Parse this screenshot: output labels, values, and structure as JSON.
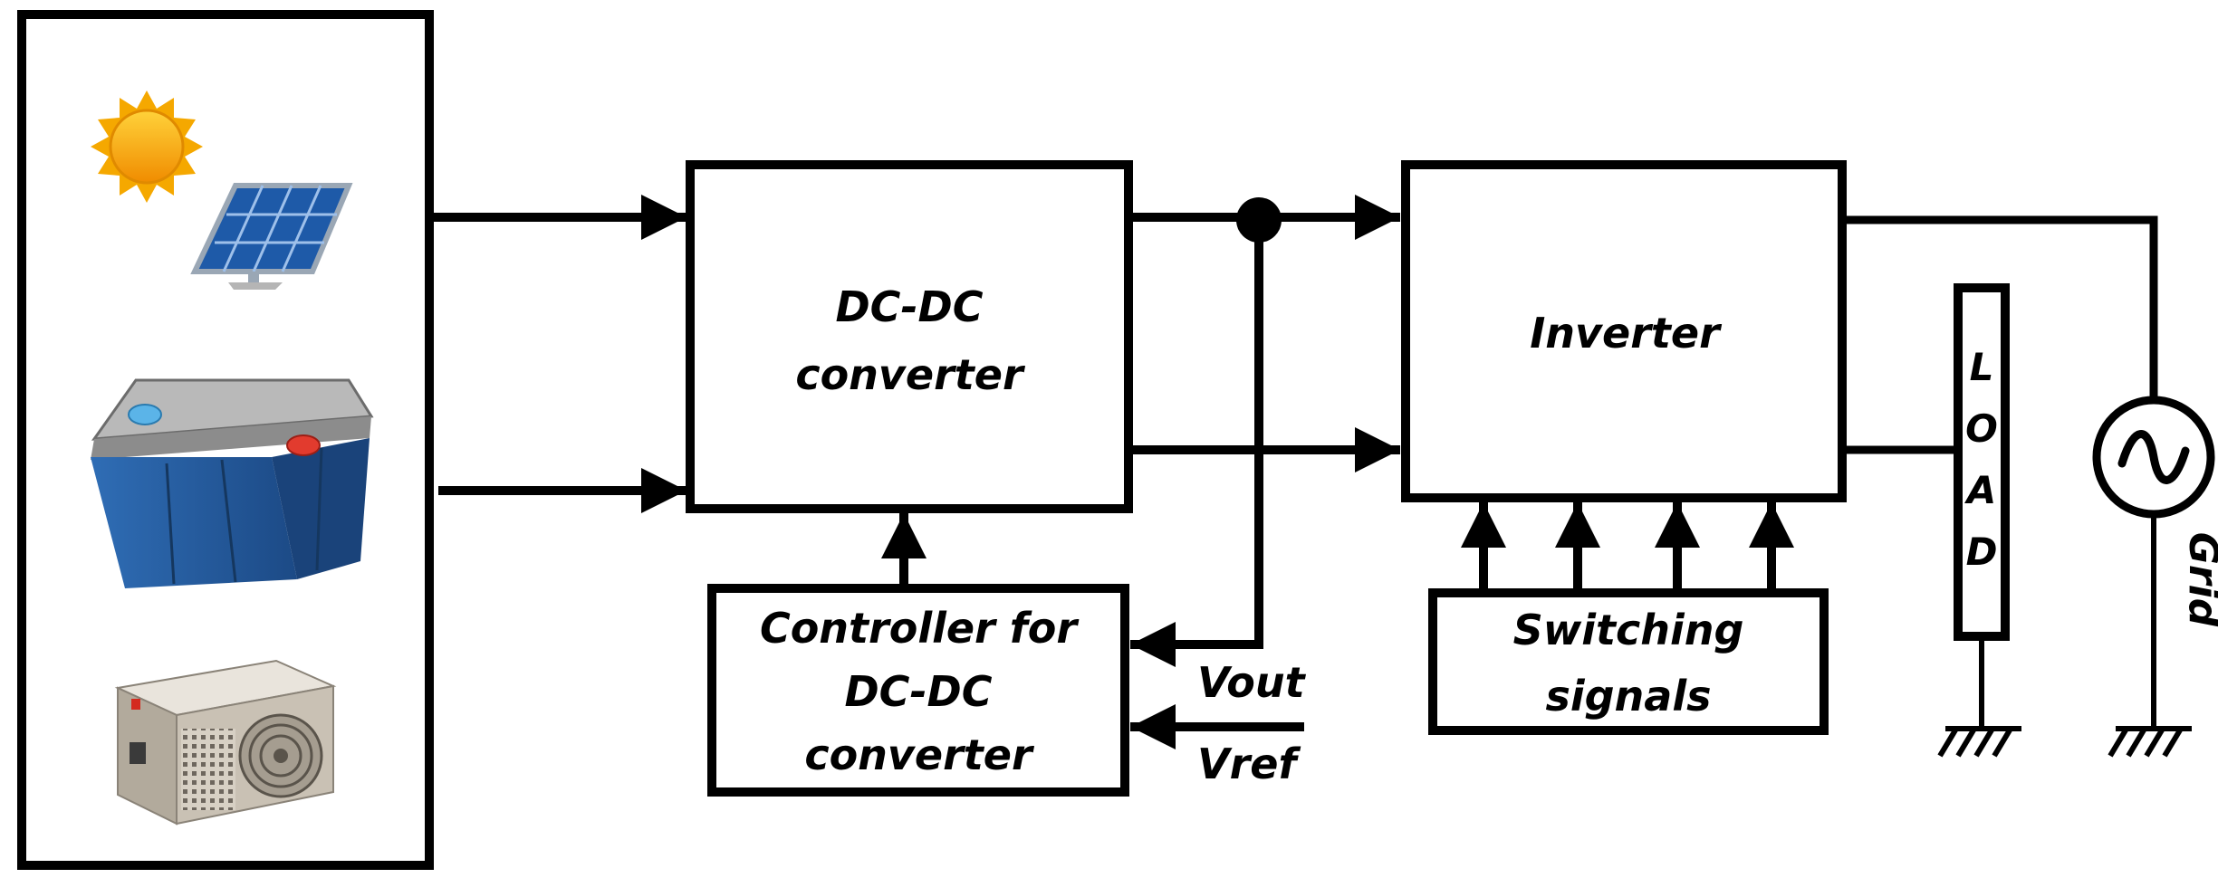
{
  "blocks": {
    "dcdc": {
      "line1": "DC-DC",
      "line2": "converter"
    },
    "inverter": {
      "label": "Inverter"
    },
    "controller": {
      "line1": "Controller for",
      "line2": "DC-DC",
      "line3": "converter"
    },
    "switching": {
      "line1": "Switching",
      "line2": "signals"
    },
    "load": {
      "letters": [
        "L",
        "O",
        "A",
        "D"
      ]
    }
  },
  "signals": {
    "vout": "Vout",
    "vref": "Vref"
  },
  "grid": {
    "label": "Grid"
  },
  "sources": [
    "sun-icon",
    "solar-panel-icon",
    "battery-icon",
    "power-supply-icon"
  ],
  "colors": {
    "line": "#000000",
    "sun": "#f5a800",
    "panel": "#1e5aa8",
    "battery": "#2a5d99",
    "battery_top": "#b9b9b9",
    "psu": "#c9c1b4"
  }
}
